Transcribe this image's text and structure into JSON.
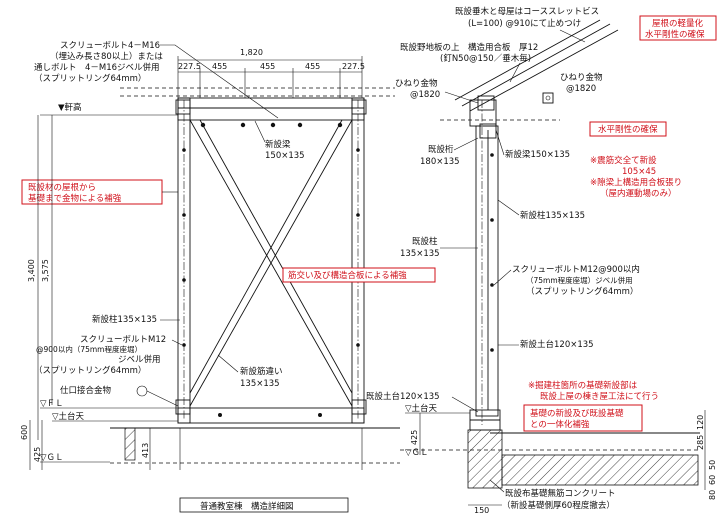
{
  "left": {
    "screw_bolt": [
      "スクリューボルト4－M16",
      "（埋込み長さ80以上）または",
      "通しボルト　4－M16ジベル併用",
      "（スプリットリング64mm）"
    ],
    "eave_height": "▼軒高",
    "red_note_1": [
      "既設材の屋根から",
      "基礎まで金物による補強"
    ],
    "new_beam": [
      "新設梁",
      "150×135"
    ],
    "dim_top": "1,820",
    "dim_sub": [
      "227.5",
      "455",
      "455",
      "455",
      "227.5"
    ],
    "dim_v1": "3,400",
    "dim_v2": "3,575",
    "red_note_2": "筋交い及び構造合板による補強",
    "new_column": "新設柱135×135",
    "screw_m12": [
      "スクリューボルトM12",
      "@900以内（75mm程度座堀）",
      "ジベル併用",
      "（スプリットリング64mm）"
    ],
    "new_brace": [
      "新設筋違い",
      "135×135"
    ],
    "hardware": "仕口接合金物",
    "fl": "▽ＦＬ",
    "sill_top": "▽土台天",
    "gl": "▽ＧＬ",
    "dim_600": "600",
    "dim_425": "425",
    "dim_413": "413",
    "caption": "普通教室棟　構造詳細図"
  },
  "right": {
    "rafter_note": [
      "既設垂木と母屋はコーススレットビス",
      "(L=100) @910にて止めつけ"
    ],
    "red_note_roof": [
      "屋根の軽量化",
      "水平剛性の確保"
    ],
    "plywood": [
      "既設野地板の上　構造用合板　厚12",
      "(釘N50@150／垂木毎)"
    ],
    "twist_left": [
      "ひねり金物",
      "@1820"
    ],
    "twist_right": [
      "ひねり金物",
      "@1820"
    ],
    "red_note_h": "水平剛性の確保",
    "existing_beam": [
      "既設桁",
      "180×135"
    ],
    "new_beam": "新設梁150×135",
    "red_notes_b": [
      "※震筋交全て新設",
      "105×45",
      "※隙梁上構造用合板張り",
      "（屋内運動場のみ）"
    ],
    "new_column": "新設柱135×135",
    "existing_column": [
      "既設柱",
      "135×135"
    ],
    "screw": [
      "スクリューボルトM12@900以内",
      "（75mm程度座堀）ジベル併用",
      "（スプリットリング64mm）"
    ],
    "new_sill": "新設土台120×135",
    "red_notes_c": [
      "※掘建柱箇所の基礎新設部は",
      "既設上屋の棟き屋工法にて行う"
    ],
    "existing_sill": "既設土台120×135",
    "red_note_found": [
      "基礎の新設及び既設基礎",
      "との一体化補強"
    ],
    "sill_top": "▽土台天",
    "gl": "▽ＧＬ",
    "dim_425": "425",
    "dim_285": "285",
    "dim_120": "120",
    "dim_50": "50",
    "dim_60": "60",
    "dim_80": "80",
    "dim_150": "150",
    "foundation": [
      "既設布基礎無筋コンクリート",
      "（新設基礎側厚60程度撤去）"
    ]
  }
}
